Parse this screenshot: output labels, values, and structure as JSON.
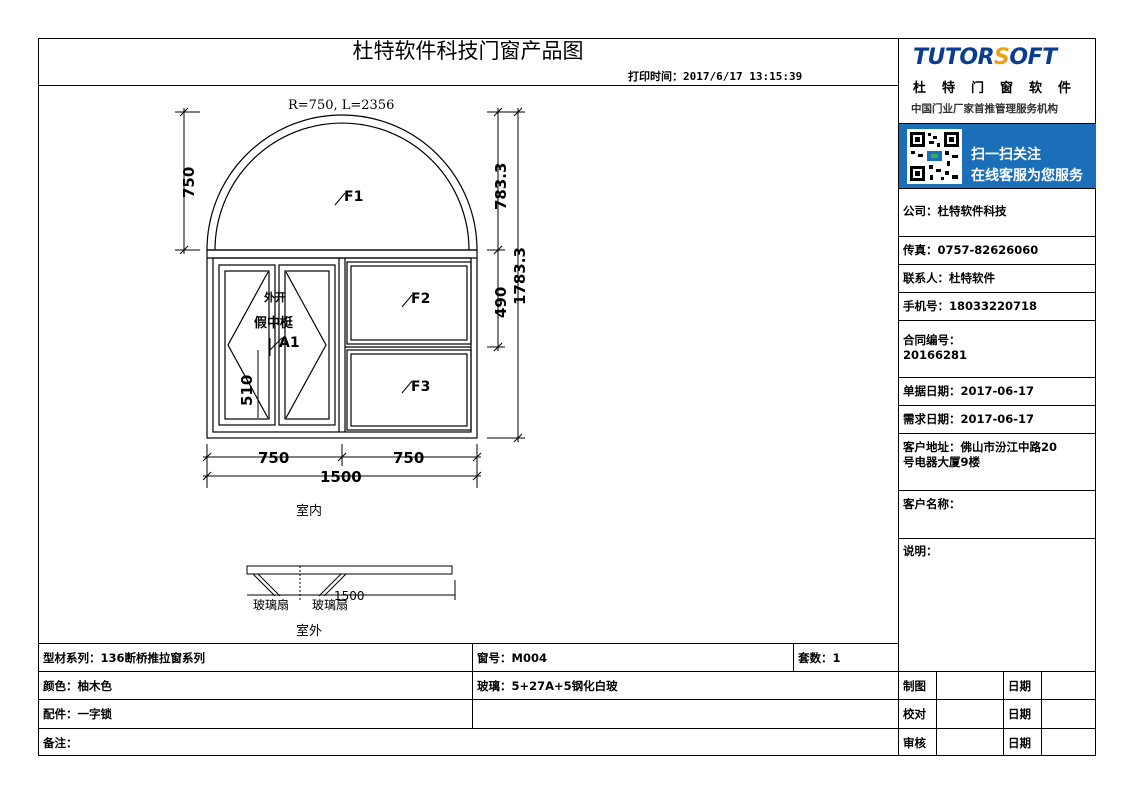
{
  "header": {
    "title": "杜特软件科技门窗产品图",
    "print_time": "打印时间：2017/6/17 13:15:39"
  },
  "logo": {
    "brand_a": "TUTOR",
    "brand_s": "S",
    "brand_b": "OFT",
    "cn_name": "杜特门窗软件",
    "subtitle": "中国门业厂家首推管理服务机构"
  },
  "qr_banner": {
    "line1": "扫一扫关注",
    "line2": "在线客服为您服务"
  },
  "info": {
    "company": "公司：杜特软件科技",
    "fax": "传真：0757-82626060",
    "contact": "联系人：杜特软件",
    "mobile": "手机号：18033220718",
    "contract_label": "合同编号：",
    "contract_no": "20166281",
    "doc_date": "单据日期：2017-06-17",
    "need_date": "需求日期：2017-06-17",
    "address_l1": "客户地址：佛山市汾江中路20",
    "address_l2": "号电器大厦9楼",
    "customer": "客户名称：",
    "remark": "说明："
  },
  "bottom": {
    "profile": "型材系列：136断桥推拉窗系列",
    "window_no": "窗号：M004",
    "sets": "套数：1",
    "color": "颜色：柚木色",
    "glass": "玻璃：5+27A+5钢化白玻",
    "accessory": "配件：一字锁",
    "note": "备注：",
    "sign_draw": "制图",
    "sign_check": "校对",
    "sign_review": "审核",
    "date1": "日期",
    "date2": "日期",
    "date3": "日期"
  },
  "drawing": {
    "arc_label": "R=750, L=2356",
    "dim_arch_height": "750",
    "dim_right_top": "783.3",
    "dim_right_mid": "490",
    "dim_right_total": "1783.3",
    "dim_sash": "510",
    "dim_w_left": "750",
    "dim_w_right": "750",
    "dim_w_total": "1500",
    "label_f1": "F1",
    "label_f2": "F2",
    "label_f3": "F3",
    "label_a1": "A1",
    "label_outopen": "外开",
    "label_fake_mullion": "假中梃",
    "label_indoor": "室内",
    "label_outdoor": "室外",
    "plan_dim": "1500",
    "plan_glass_l": "玻璃扇",
    "plan_glass_r": "玻璃扇"
  }
}
